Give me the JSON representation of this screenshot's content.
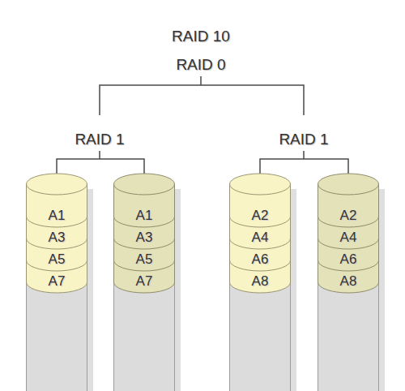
{
  "diagram": {
    "title": "RAID 10",
    "nodes": [
      {
        "text": [
          "A1",
          "A3",
          "A5",
          "A7"
        ]
      },
      {
        "text": [
          "A1",
          "A3",
          "A5",
          "A7"
        ]
      },
      {
        "text": [
          "A2",
          "A4",
          "A6",
          "A8"
        ]
      },
      {
        "text": [
          "A2",
          "A4",
          "A6",
          "A8"
        ]
      }
    ],
    "labels": [
      "RAID 0",
      "RAID 1",
      "RAID 1"
    ]
  }
}
